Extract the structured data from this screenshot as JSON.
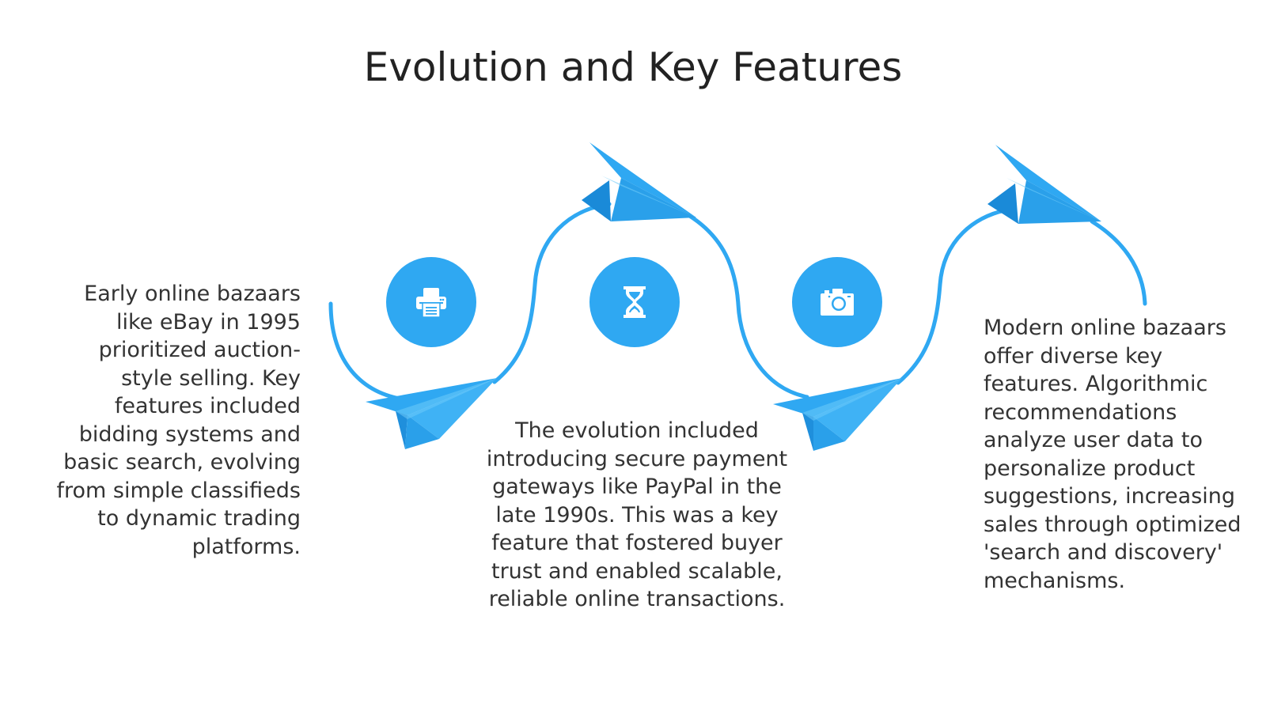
{
  "slide": {
    "title": "Evolution and Key Features",
    "accent_color": "#2fa8f2",
    "accent_dark": "#1a8ad8",
    "accent_light": "#5cc0f7",
    "text_color": "#333333"
  },
  "steps": [
    {
      "icon": "printer-icon",
      "description": "Early online bazaars like eBay in 1995 prioritized auction-style selling. Key features included bidding systems and basic search, evolving from simple classifieds to dynamic trading platforms."
    },
    {
      "icon": "hourglass-icon",
      "description": "The evolution included introducing secure payment gateways like PayPal in the late 1990s. This was a key feature that fostered buyer trust and enabled scalable, reliable online transactions."
    },
    {
      "icon": "camera-icon",
      "description": "Modern online bazaars offer diverse key features. Algorithmic recommendations analyze user data to personalize product suggestions, increasing sales through optimized 'search and discovery' mechanisms."
    }
  ]
}
